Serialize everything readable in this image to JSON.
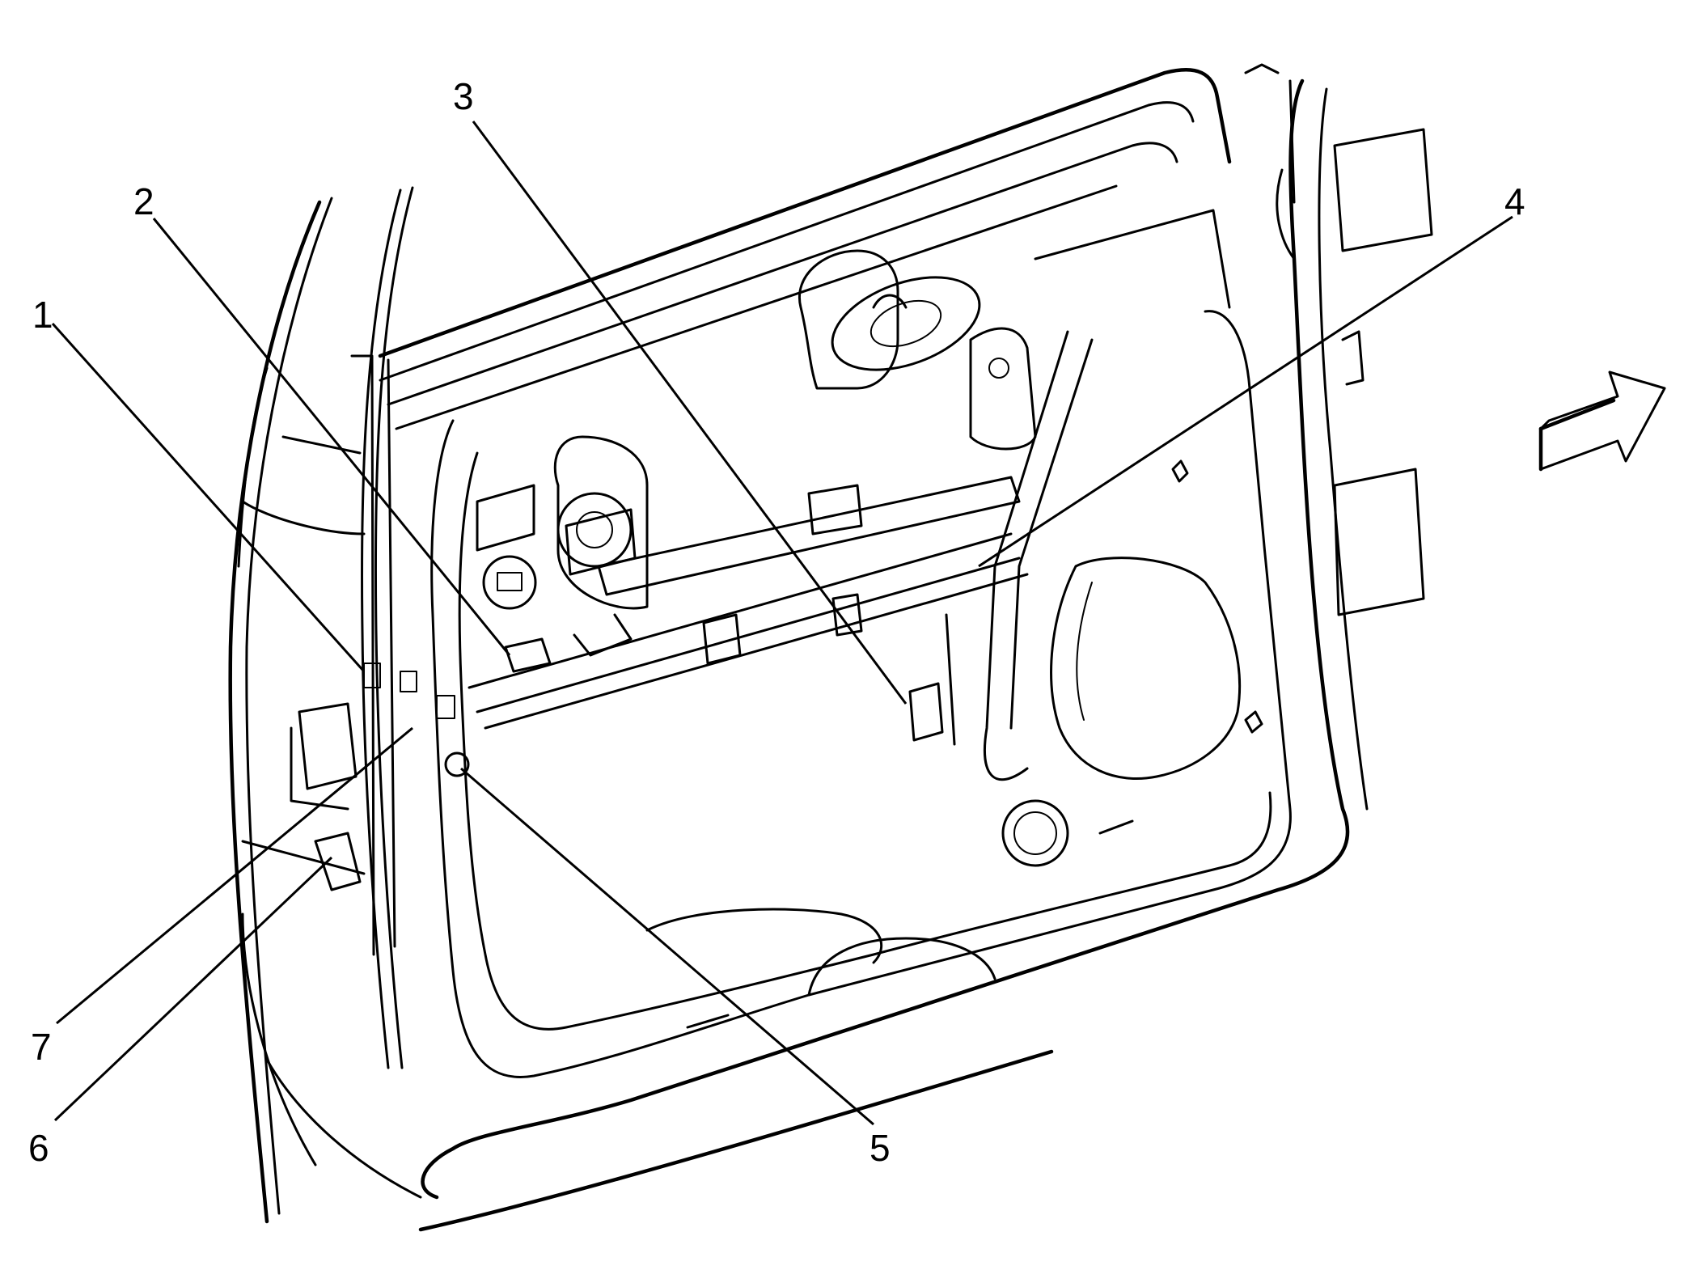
{
  "figure": {
    "background": "#ffffff",
    "line_color": "#000000",
    "direction_arrow": "front-direction-arrow-icon"
  },
  "callouts": [
    {
      "id": "1",
      "label": "1"
    },
    {
      "id": "2",
      "label": "2"
    },
    {
      "id": "3",
      "label": "3"
    },
    {
      "id": "4",
      "label": "4"
    },
    {
      "id": "5",
      "label": "5"
    },
    {
      "id": "6",
      "label": "6"
    },
    {
      "id": "7",
      "label": "7"
    }
  ]
}
